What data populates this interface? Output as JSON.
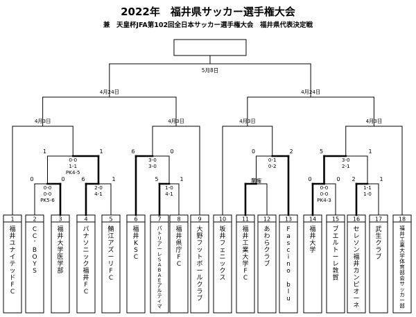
{
  "title": "2022年　福井県サッカー選手権大会",
  "subtitle": "兼　天皇杯JFA第102回全日本サッカー選手権大会　福井県代表決定戦",
  "final_date": "5月8日",
  "dates": {
    "semi_left": "4月24日",
    "semi_right": "4月24日",
    "qf_1": "4月3日",
    "qf_2": "4月3日",
    "qf_3": "4月3日",
    "qf_4": "4月3日"
  },
  "teams": [
    {
      "num": "1",
      "name": "福井ユナイテッドFC"
    },
    {
      "num": "2",
      "name": "CC’BOYS"
    },
    {
      "num": "3",
      "name": "福井大学医学部"
    },
    {
      "num": "4",
      "name": "パナソニック福井FC"
    },
    {
      "num": "5",
      "name": "鯖江アズーリFC"
    },
    {
      "num": "6",
      "name": "福井KSC"
    },
    {
      "num": "7",
      "name": "パトリアーレSABAEアルティマ"
    },
    {
      "num": "8",
      "name": "福井県庁FC"
    },
    {
      "num": "9",
      "name": "大野フットボールクラブ"
    },
    {
      "num": "10",
      "name": "坂井フェニックス"
    },
    {
      "num": "11",
      "name": "福井工業大学FC"
    },
    {
      "num": "12",
      "name": "あわらクラブ"
    },
    {
      "num": "13",
      "name": "Fascino blu"
    },
    {
      "num": "14",
      "name": "福井大学"
    },
    {
      "num": "15",
      "name": "ブエルトーレ敦賀"
    },
    {
      "num": "16",
      "name": "セレソン福井カンピオーネ"
    },
    {
      "num": "17",
      "name": "武生クラブ"
    },
    {
      "num": "18",
      "name": "福井工業大学体育部会サッカー部"
    }
  ],
  "walkover": "棄権",
  "scores": {
    "m23": {
      "left": "0",
      "right": "0",
      "detail": [
        "0-0",
        "0-0",
        "PK5-6"
      ]
    },
    "m45": {
      "left": "6",
      "right": "1",
      "detail": [
        "2-0",
        "4-1"
      ]
    },
    "m78": {
      "left": "5",
      "right": "1",
      "detail": [
        "1-0",
        "4-1"
      ]
    },
    "m1214": {
      "left": "0",
      "right": "0",
      "detail": [
        "0-0",
        "0-0",
        "PK4-3"
      ]
    },
    "m1617": {
      "left": "2",
      "right": "1",
      "detail": [
        "1-1",
        "1-0"
      ]
    },
    "qf1": {
      "left": "1",
      "right": "1",
      "detail": [
        "0-0",
        "1-1",
        "PK4-5"
      ]
    },
    "qf2": {
      "left": "6",
      "right": "0",
      "detail": [
        "3-0",
        "3-0"
      ]
    },
    "qf3": {
      "left": "0",
      "right": "2",
      "detail": [
        "0-1",
        "0-2"
      ]
    },
    "qf4": {
      "left": "5",
      "right": "1",
      "detail": [
        "3-0",
        "2-1"
      ]
    }
  },
  "colors": {
    "line": "#000000",
    "winner_line": "#000000",
    "background": "#ffffff"
  }
}
